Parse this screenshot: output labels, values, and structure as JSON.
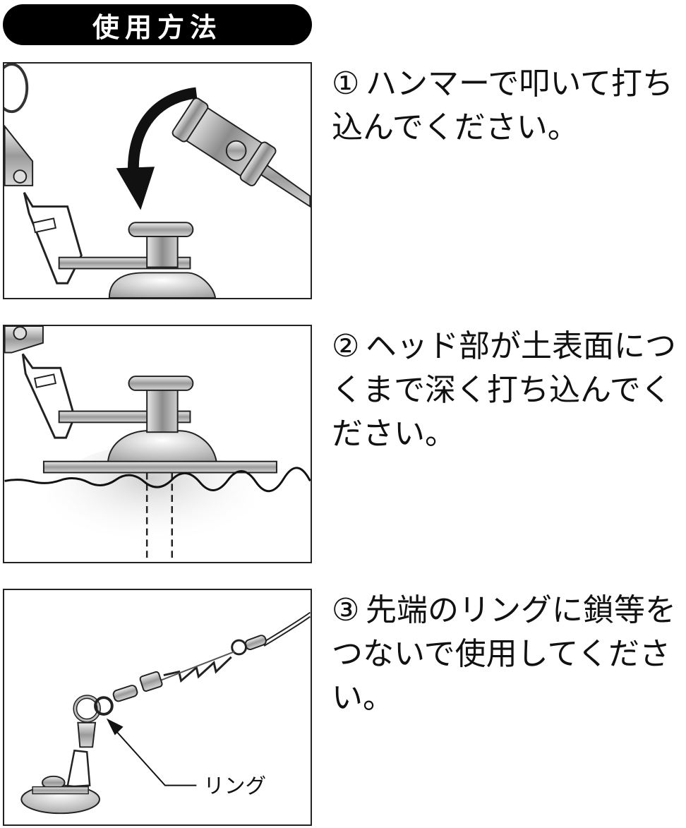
{
  "header": {
    "title": "使用方法"
  },
  "steps": [
    {
      "number": "①",
      "text": "ハンマーで叩いて打ち込んでください。"
    },
    {
      "number": "②",
      "text": "ヘッド部が土表面につくまで深く打ち込んでください。"
    },
    {
      "number": "③",
      "text": "先端のリングに鎖等をつないで使用してください。"
    }
  ],
  "illustrations": {
    "step1": {
      "icons": [
        "hammer-icon",
        "curved-arrow-icon",
        "ground-stake-icon"
      ]
    },
    "step2": {
      "icons": [
        "ground-stake-icon",
        "soil-line-icon"
      ]
    },
    "step3": {
      "icons": [
        "ring-icon",
        "chain-spring-icon"
      ],
      "ring_label": "リング"
    }
  }
}
